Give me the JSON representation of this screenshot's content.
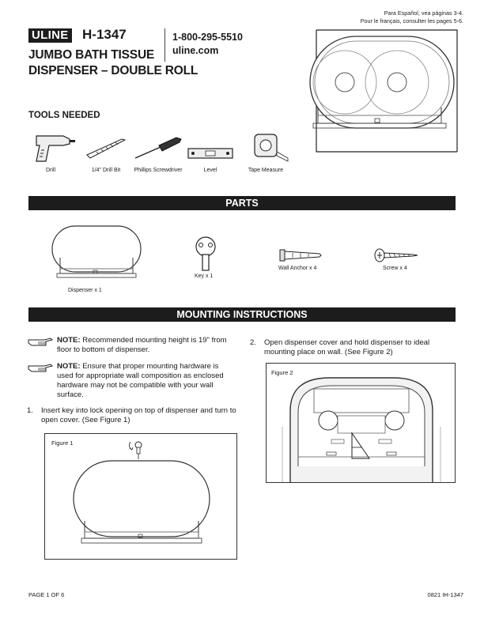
{
  "header": {
    "lang_es": "Para Español, vea páginas 3-4.",
    "lang_fr": "Pour le français, consulter les pages 5-6.",
    "logo_text": "ULINE",
    "model": "H-1347",
    "title_line1": "JUMBO BATH TISSUE",
    "title_line2": "DISPENSER – DOUBLE ROLL",
    "phone": "1-800-295-5510",
    "website": "uline.com"
  },
  "tools": {
    "heading": "TOOLS NEEDED",
    "items": [
      {
        "label": "Drill",
        "icon": "drill-icon"
      },
      {
        "label": "1/4\" Drill Bit",
        "icon": "drill-bit-icon"
      },
      {
        "label": "Phillips Screwdriver",
        "icon": "screwdriver-icon"
      },
      {
        "label": "Level",
        "icon": "level-icon"
      },
      {
        "label": "Tape Measure",
        "icon": "tape-measure-icon"
      }
    ]
  },
  "parts": {
    "heading": "PARTS",
    "items": [
      {
        "label": "Dispenser x 1"
      },
      {
        "label": "Key x 1"
      },
      {
        "label": "Wall Anchor x 4"
      },
      {
        "label": "Screw x 4"
      }
    ]
  },
  "mounting": {
    "heading": "MOUNTING INSTRUCTIONS",
    "note1_bold": "NOTE:",
    "note1_text": " Recommended mounting height is 19\" from floor to bottom of dispenser.",
    "note2_bold": "NOTE:",
    "note2_text": " Ensure that proper mounting hardware is used for appropriate wall composition as enclosed hardware may not be compatible with your wall surface.",
    "step1_num": "1.",
    "step1_text": "Insert key into lock opening on top of dispenser and turn to open cover. (See Figure 1)",
    "step2_num": "2.",
    "step2_text": "Open dispenser cover and hold dispenser to ideal mounting place on wall. (See Figure 2)",
    "figure1_label": "Figure 1",
    "figure2_label": "Figure 2"
  },
  "footer": {
    "page": "PAGE 1 OF 6",
    "code": "0821 IH-1347"
  }
}
